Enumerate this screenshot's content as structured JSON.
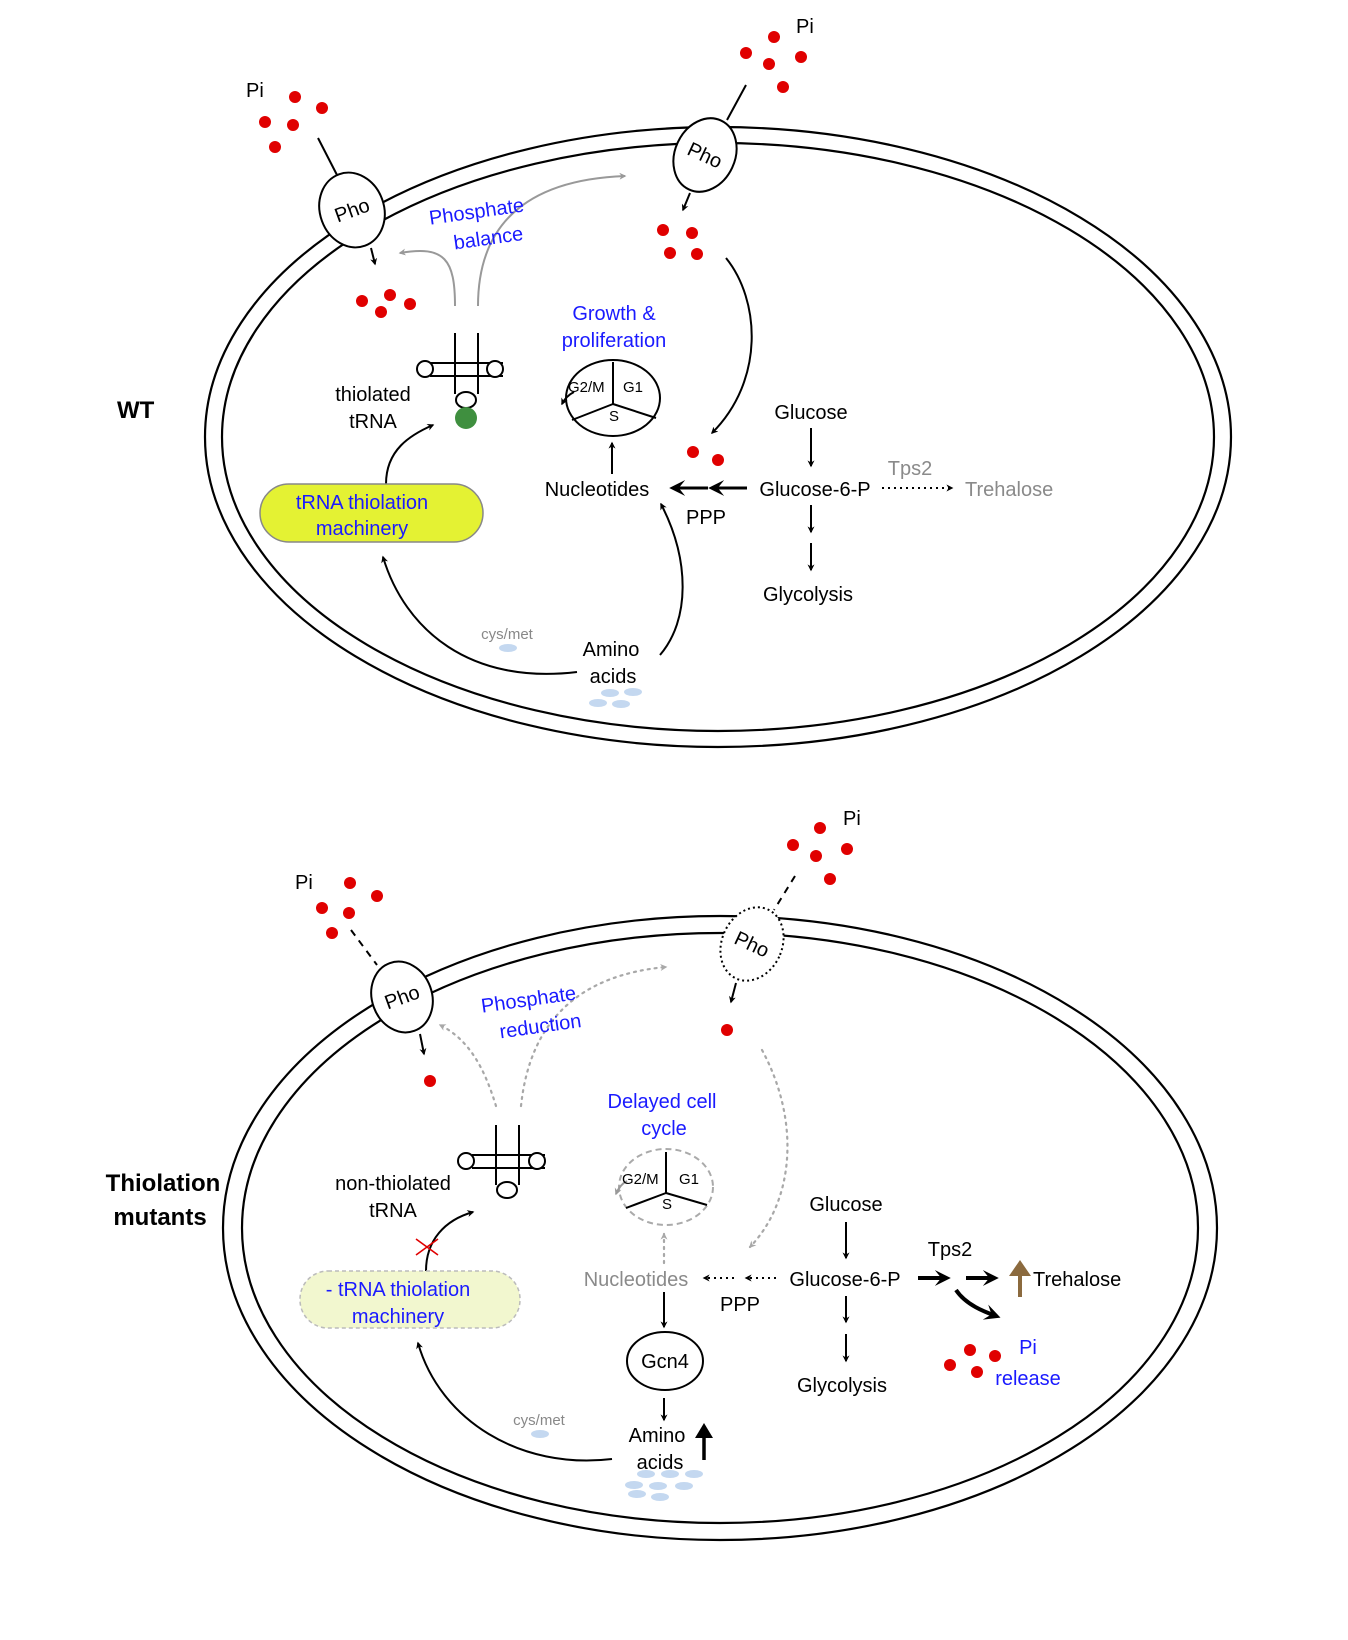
{
  "colors": {
    "phosphate": "#e00000",
    "pathway_label": "#1a1aff",
    "machinery_fill": "#e4f233",
    "machinery_fill_mutant": "#f2f7cf",
    "thiolation_mark": "#3f8f3f",
    "amino_acid": "#c4d8f0",
    "upregulation_arrow": "#8b6a3e"
  },
  "wt": {
    "panel_label": "WT",
    "pi_left": "Pi",
    "pi_right": "Pi",
    "pho_left": "Pho",
    "pho_right": "Pho",
    "balance_line1": "Phosphate",
    "balance_line2": "balance",
    "growth_line1": "Growth &",
    "growth_line2": "proliferation",
    "cycle_g2m": "G2/M",
    "cycle_g1": "G1",
    "cycle_s": "S",
    "trna_line1": "thiolated",
    "trna_line2": "tRNA",
    "machinery_line1": "tRNA thiolation",
    "machinery_line2": "machinery",
    "nucleotides": "Nucleotides",
    "ppp": "PPP",
    "glucose": "Glucose",
    "g6p": "Glucose-6-P",
    "tps2": "Tps2",
    "trehalose": "Trehalose",
    "glycolysis": "Glycolysis",
    "cysmet": "cys/met",
    "amino_line1": "Amino",
    "amino_line2": "acids"
  },
  "mutant": {
    "panel_line1": "Thiolation",
    "panel_line2": "mutants",
    "pi_left": "Pi",
    "pi_right": "Pi",
    "pho_left": "Pho",
    "pho_right": "Pho",
    "reduction_line1": "Phosphate",
    "reduction_line2": "reduction",
    "delayed_line1": "Delayed cell",
    "delayed_line2": "cycle",
    "cycle_g2m": "G2/M",
    "cycle_g1": "G1",
    "cycle_s": "S",
    "trna_line1": "non-thiolated",
    "trna_line2": "tRNA",
    "machinery_line1": "- tRNA thiolation",
    "machinery_line2": "machinery",
    "nucleotides": "Nucleotides",
    "ppp": "PPP",
    "glucose": "Glucose",
    "g6p": "Glucose-6-P",
    "tps2": "Tps2",
    "trehalose": "Trehalose",
    "glycolysis": "Glycolysis",
    "gcn4": "Gcn4",
    "cysmet": "cys/met",
    "amino_line1": "Amino",
    "amino_line2": "acids",
    "pi_release_line1": "Pi",
    "pi_release_line2": "release"
  }
}
